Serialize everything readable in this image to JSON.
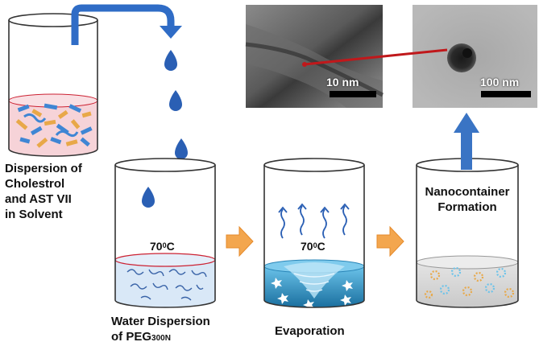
{
  "labels": {
    "step1": [
      "Dispersion of",
      "Cholestrol",
      "and AST VII",
      "in Solvent"
    ],
    "step2_line1": "Water Dispersion",
    "step2_line2_prefix": "of PEG",
    "step2_subscript": "300N",
    "step3": "Evaporation",
    "step4": [
      "Nanocontainer",
      "Formation"
    ],
    "temp_base": "70",
    "temp_sup": "0",
    "temp_unit": "C"
  },
  "micrographs": {
    "left_scale": "10 nm",
    "right_scale": "100 nm"
  },
  "colors": {
    "beaker_outline": "#333333",
    "drop_blue": "#2a5fb4",
    "pipe_blue": "#2f6cc6",
    "process_arrow": "#f3a64e",
    "up_arrow": "#3a74c4",
    "red_pointer": "#c0181b",
    "solvent_pink": "#f6d3d8",
    "water_blue": "#d9e8f7",
    "evaporation_water": "#2c8ec0",
    "product_gray": "#cfcfcf"
  }
}
